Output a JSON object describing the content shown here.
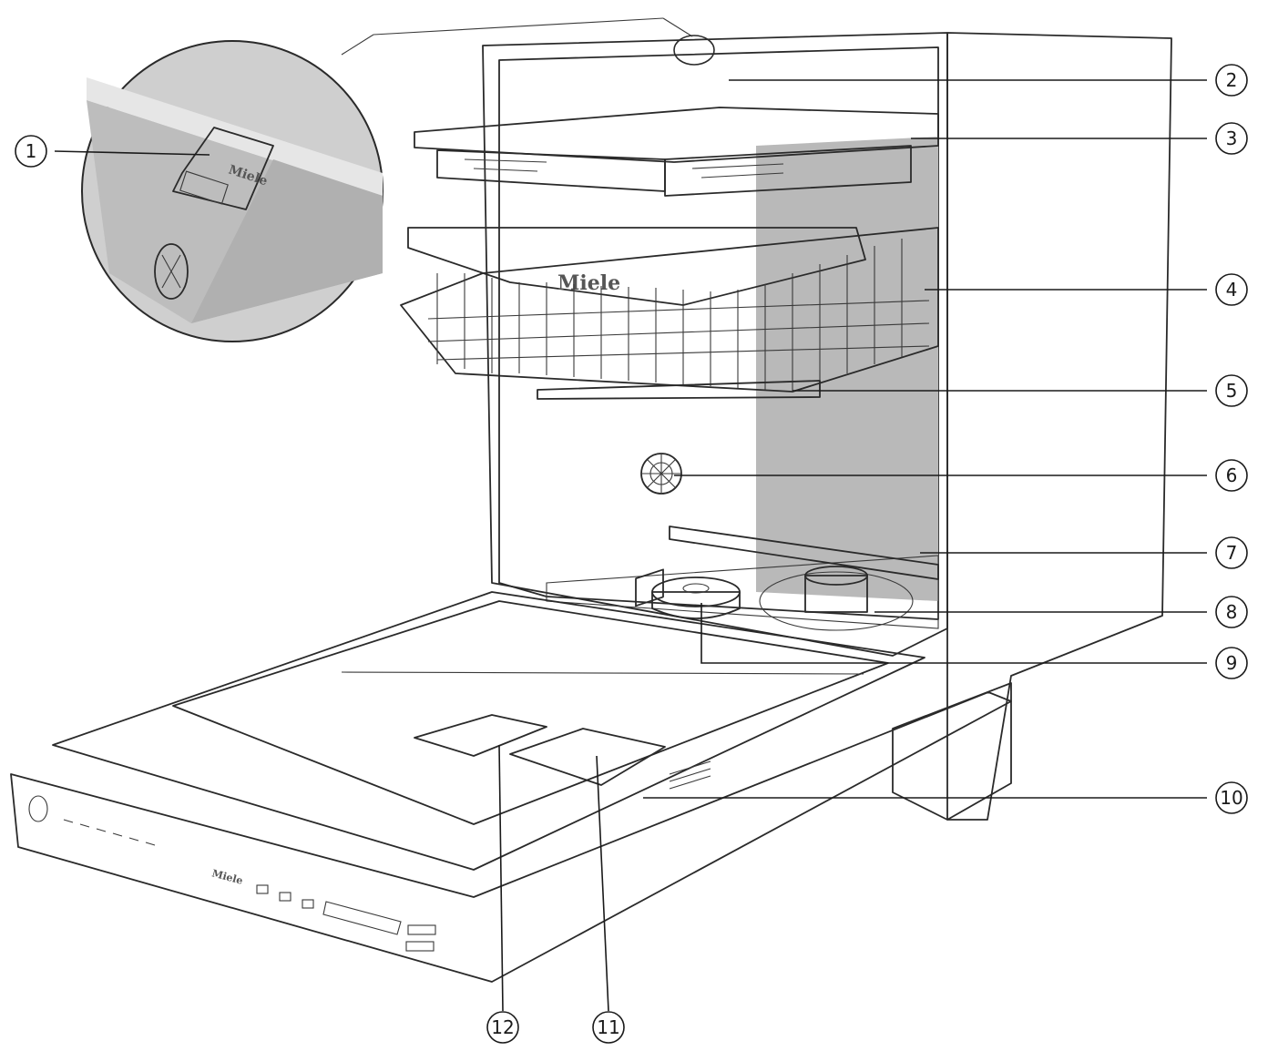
{
  "brand_labels": {
    "tag": "Miele",
    "upper_basket": "Miele",
    "control_panel": "Miele"
  },
  "callouts": [
    {
      "num": "1"
    },
    {
      "num": "2"
    },
    {
      "num": "3"
    },
    {
      "num": "4"
    },
    {
      "num": "5"
    },
    {
      "num": "6"
    },
    {
      "num": "7"
    },
    {
      "num": "8"
    },
    {
      "num": "9"
    },
    {
      "num": "10"
    },
    {
      "num": "11"
    },
    {
      "num": "12"
    }
  ],
  "colors": {
    "cabinet": "#d2d2d2",
    "interior": "#c4c4c4",
    "ink": "#2a2a2a",
    "basket": "#f2f2f2"
  }
}
